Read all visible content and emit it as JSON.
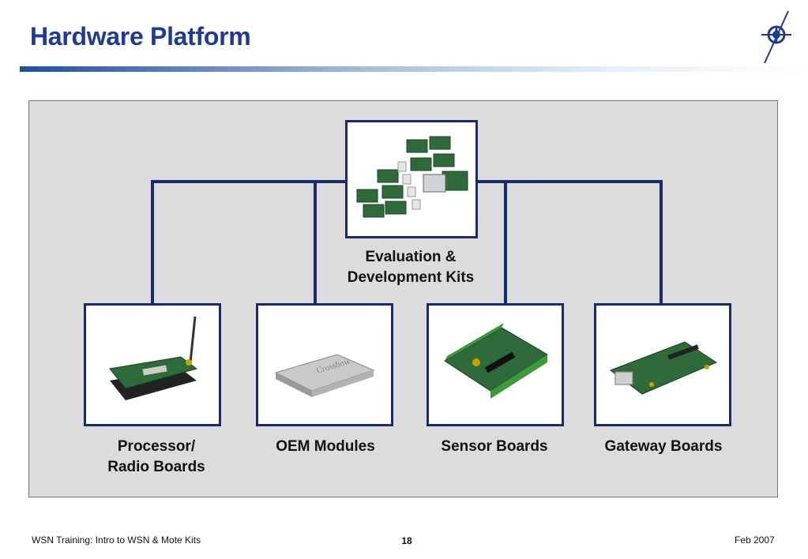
{
  "slide": {
    "title": "Hardware Platform",
    "footer_left": "WSN Training: Intro to WSN & Mote Kits",
    "page_number": "18",
    "footer_right": "Feb 2007"
  },
  "diagram": {
    "root": {
      "line1": "Evaluation &",
      "line2": "Development Kits"
    },
    "children": [
      {
        "line1": "Processor/",
        "line2": "Radio Boards"
      },
      {
        "line1": "OEM Modules",
        "line2": ""
      },
      {
        "line1": "Sensor Boards",
        "line2": ""
      },
      {
        "line1": "Gateway Boards",
        "line2": ""
      }
    ]
  },
  "colors": {
    "title": "#1f3a93",
    "connector": "#1a2a6c",
    "panel": "#dcdcdc"
  },
  "icons": {
    "logo": "compass-star-logo"
  }
}
